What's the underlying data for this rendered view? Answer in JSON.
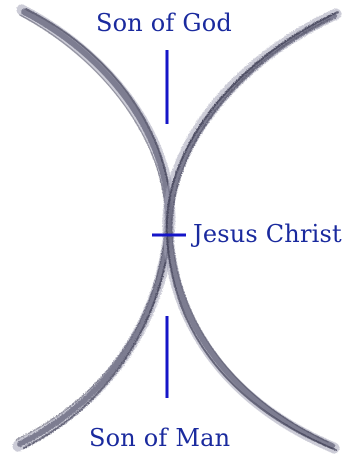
{
  "labels": {
    "top": "Son of God",
    "middle": "Jesus Christ",
    "bottom": "Son of Man"
  },
  "colors": {
    "text": "#1a2a9e",
    "marker": "#1515c8",
    "stroke_dark": "#3a3a52",
    "stroke_mid": "#6a6a80",
    "stroke_light": "#a2a2b6"
  }
}
